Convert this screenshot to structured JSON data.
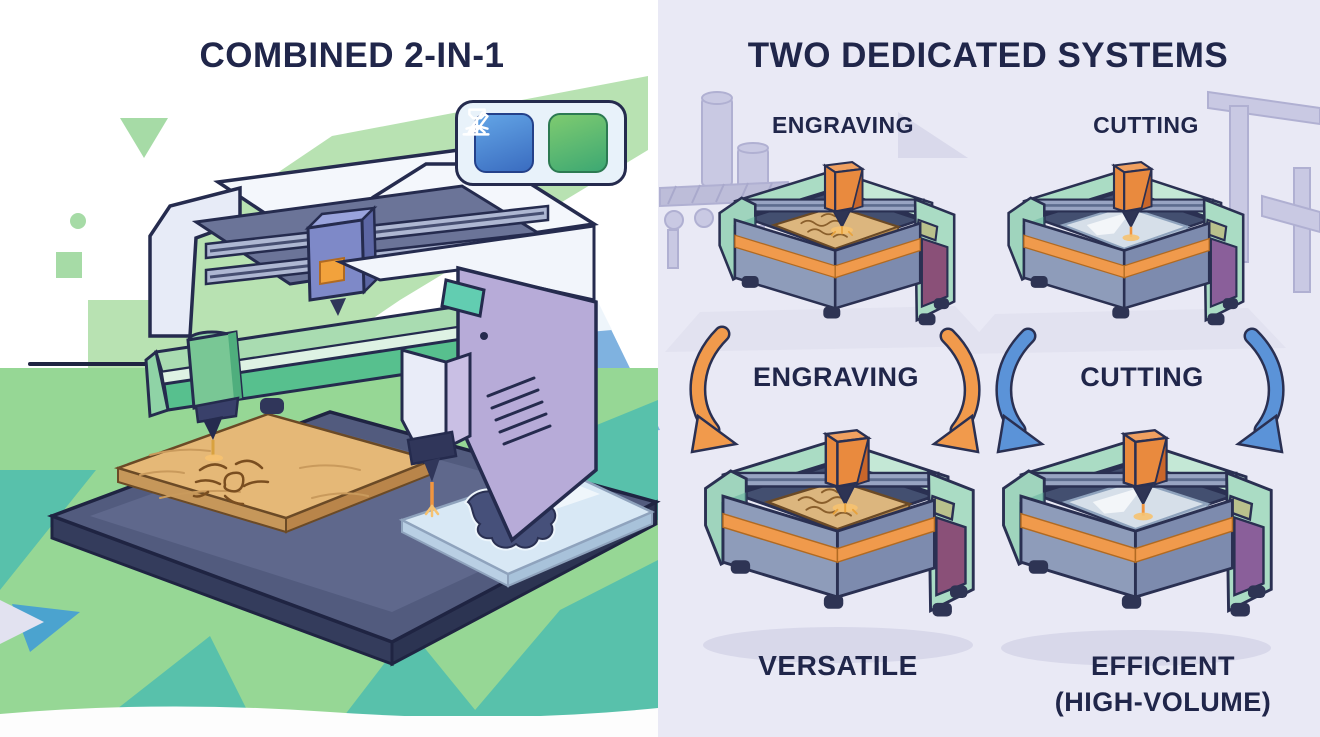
{
  "left_panel": {
    "title": "COMBINED 2-IN-1",
    "machine": "combined laser engraver and cutter",
    "badge": {
      "laser_icon": "laser-beam-icon",
      "cut_icon": "cutting-pen-icon"
    }
  },
  "right_panel": {
    "title": "TWO DEDICATED SYSTEMS",
    "top_labels": {
      "engraving": "ENGRAVING",
      "cutting": "CUTTING"
    },
    "flow_labels": {
      "engraving": "ENGRAVING",
      "cutting": "CUTTING"
    },
    "bottom_labels": {
      "versatile": "VERSATILE",
      "efficient_line1": "EFFICIENT",
      "efficient_line2": "(HIGH-VOLUME)"
    }
  },
  "colors": {
    "title_text": "#20264a",
    "left_bg_top": "#ffffff",
    "left_bg_ground": "#96d795",
    "right_bg": "#e9e9f5",
    "accent_green": "#57c08e",
    "accent_orange": "#f09a4c",
    "arrow_orange": "#f19a4c",
    "arrow_blue": "#5b93d8",
    "machine_mint": "#aadcc4",
    "machine_slate": "#8e9cba",
    "wood": "#e5b877"
  }
}
